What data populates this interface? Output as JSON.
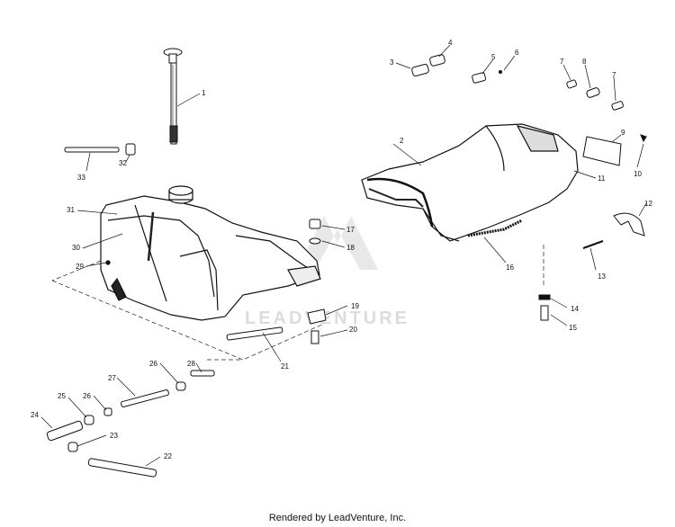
{
  "callouts": {
    "c1": "1",
    "c2": "2",
    "c3": "3",
    "c4": "4",
    "c5": "5",
    "c6": "6",
    "c7a": "7",
    "c7b": "7",
    "c8": "8",
    "c9": "9",
    "c10": "10",
    "c11": "11",
    "c12": "12",
    "c13": "13",
    "c14": "14",
    "c15": "15",
    "c16": "16",
    "c17": "17",
    "c18": "18",
    "c19": "19",
    "c20": "20",
    "c21": "21",
    "c22": "22",
    "c23": "23",
    "c24": "24",
    "c25": "25",
    "c26a": "26",
    "c26b": "26",
    "c27": "27",
    "c28": "28",
    "c29": "29",
    "c30": "30",
    "c31": "31",
    "c32": "32",
    "c33": "33"
  },
  "watermark": {
    "text": "LEADVENTURE"
  },
  "footer": {
    "text": "Rendered by LeadVenture, Inc."
  }
}
